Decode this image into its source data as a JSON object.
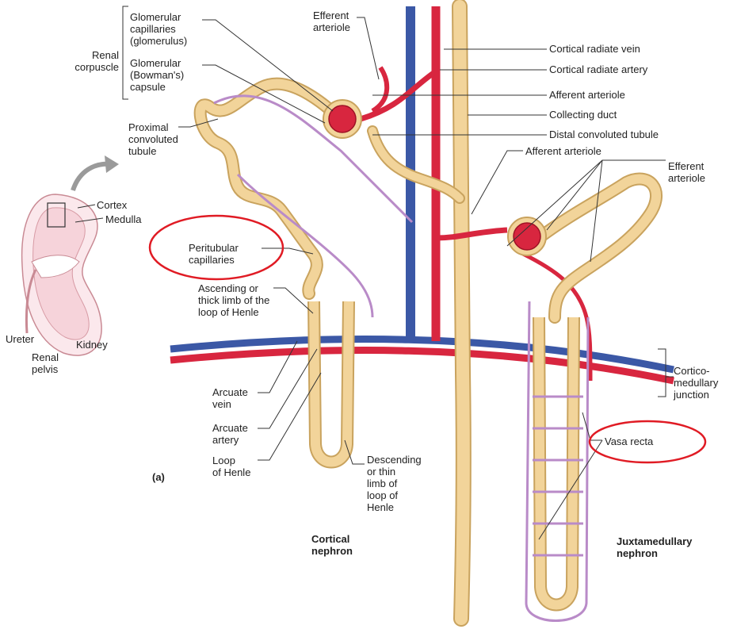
{
  "colors": {
    "tubule": "#f2d49a",
    "tubule_outline": "#c9a35e",
    "artery": "#d8263f",
    "vein": "#3b58a6",
    "capillary": "#b98bc8",
    "annotation_circle": "#e01b24",
    "leader": "#333333"
  },
  "panel_label": "(a)",
  "labels": {
    "renal_corpuscle": "Renal\ncorpuscle",
    "glomerular_capillaries": "Glomerular\ncapillaries\n(glomerulus)",
    "glomerular_capsule": "Glomerular\n(Bowman's)\ncapsule",
    "efferent_arteriole_top": "Efferent\narteriole",
    "cortical_radiate_vein": "Cortical radiate vein",
    "cortical_radiate_artery": "Cortical radiate artery",
    "afferent_arteriole_top": "Afferent arteriole",
    "collecting_duct": "Collecting duct",
    "distal_convoluted_tubule": "Distal convoluted tubule",
    "proximal_convoluted_tubule": "Proximal\nconvoluted\ntubule",
    "afferent_arteriole_right": "Afferent arteriole",
    "efferent_arteriole_right": "Efferent\narteriole",
    "cortex": "Cortex",
    "medulla": "Medulla",
    "peritubular_capillaries": "Peritubular\ncapillaries",
    "ascending_limb": "Ascending or\nthick limb of the\nloop of Henle",
    "ureter": "Ureter",
    "renal_pelvis": "Renal\npelvis",
    "kidney": "Kidney",
    "cortico_medullary_junction": "Cortico-\nmedullary\njunction",
    "arcuate_vein": "Arcuate\nvein",
    "arcuate_artery": "Arcuate\nartery",
    "loop_of_henle": "Loop\nof Henle",
    "descending_limb": "Descending\nor thin\nlimb of\nloop of\nHenle",
    "vasa_recta": "Vasa recta",
    "cortical_nephron": "Cortical\nnephron",
    "juxtamedullary_nephron": "Juxtamedullary\nnephron"
  }
}
